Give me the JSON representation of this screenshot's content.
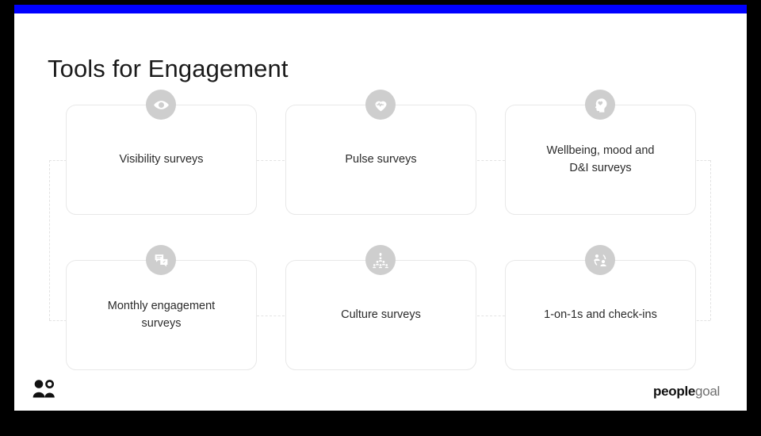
{
  "slide": {
    "title": "Tools for Engagement",
    "accent_color": "#0000ff",
    "background_color": "#ffffff",
    "card_border_color": "#e8e8e8",
    "connector_color": "#e3e3e3",
    "icon_badge_color": "#cecece"
  },
  "cards": [
    {
      "id": "visibility-surveys",
      "label": "Visibility surveys",
      "icon": "eye-icon"
    },
    {
      "id": "pulse-surveys",
      "label": "Pulse surveys",
      "icon": "heart-pulse-icon"
    },
    {
      "id": "wellbeing-mood-di-surveys",
      "label": "Wellbeing, mood and\nD&I surveys",
      "icon": "head-heart-icon"
    },
    {
      "id": "monthly-engagement-surveys",
      "label": "Monthly engagement\nsurveys",
      "icon": "chat-bubbles-icon"
    },
    {
      "id": "culture-surveys",
      "label": "Culture surveys",
      "icon": "people-pyramid-heart-icon"
    },
    {
      "id": "one-on-ones-check-ins",
      "label": "1-on-1s and check-ins",
      "icon": "two-people-exchange-icon"
    }
  ],
  "footer": {
    "mark_icon": "two-people-mark-icon",
    "logo_primary": "people",
    "logo_secondary": "goal"
  }
}
